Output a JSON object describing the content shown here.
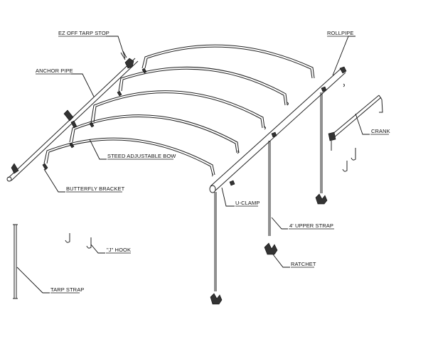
{
  "labels": {
    "ez_off_tarp_stop": "EZ OFF TARP STOP",
    "anchor_pipe": "ANCHOR PIPE",
    "rollpipe": "ROLLPIPE",
    "crank": "CRANK",
    "steed_adjustable_bow": "STEED ADJUSTABLE BOW",
    "butterfly_bracket": "BUTTERFLY BRACKET",
    "u_clamp": "U-CLAMP",
    "upper_strap": "4' UPPER STRAP",
    "j_hook": "\"J\" HOOK",
    "ratchet": "RATCHET",
    "tarp_strap": "TARP STRAP"
  }
}
